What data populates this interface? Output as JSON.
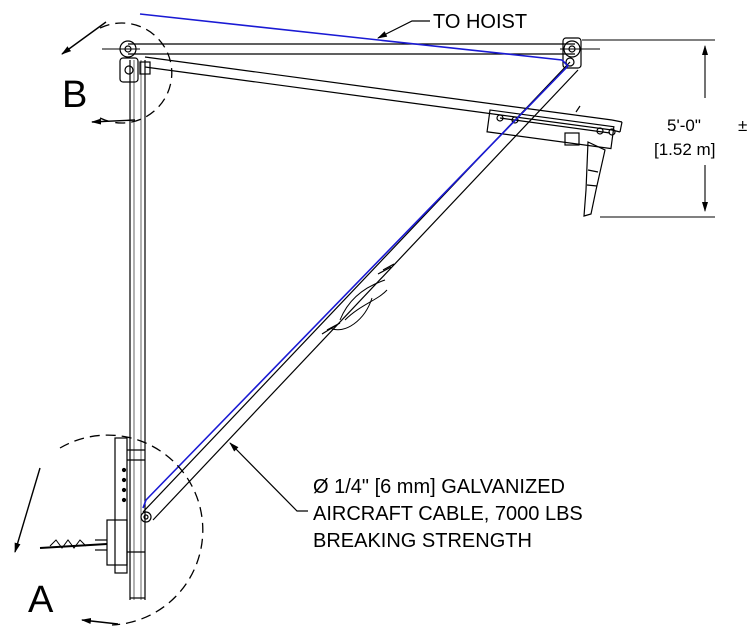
{
  "labels": {
    "to_hoist": "TO HOIST",
    "detail_a": "A",
    "detail_b": "B",
    "height_ft": "5'-0\"",
    "height_tol": "±",
    "height_m": "[1.52 m]",
    "cable_line1": "Ø 1/4\" [6 mm] GALVANIZED",
    "cable_line2": "AIRCRAFT CABLE, 7000 LBS",
    "cable_line3": "BREAKING STRENGTH"
  },
  "colors": {
    "line": "#000000",
    "cable": "#1a1ad4"
  }
}
